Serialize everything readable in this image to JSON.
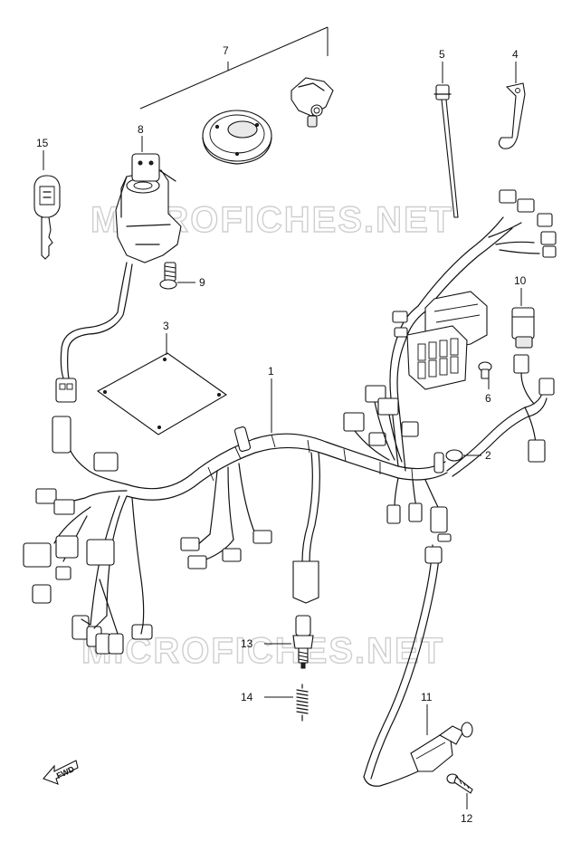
{
  "watermark": "MICROFICHES.NET",
  "labels": {
    "p1": "1",
    "p2": "2",
    "p3": "3",
    "p4": "4",
    "p5": "5",
    "p6": "6",
    "p7": "7",
    "p8": "8",
    "p9": "9",
    "p10": "10",
    "p11": "11",
    "p12": "12",
    "p13": "13",
    "p14": "14",
    "p15": "15"
  },
  "fwd": "FWD"
}
